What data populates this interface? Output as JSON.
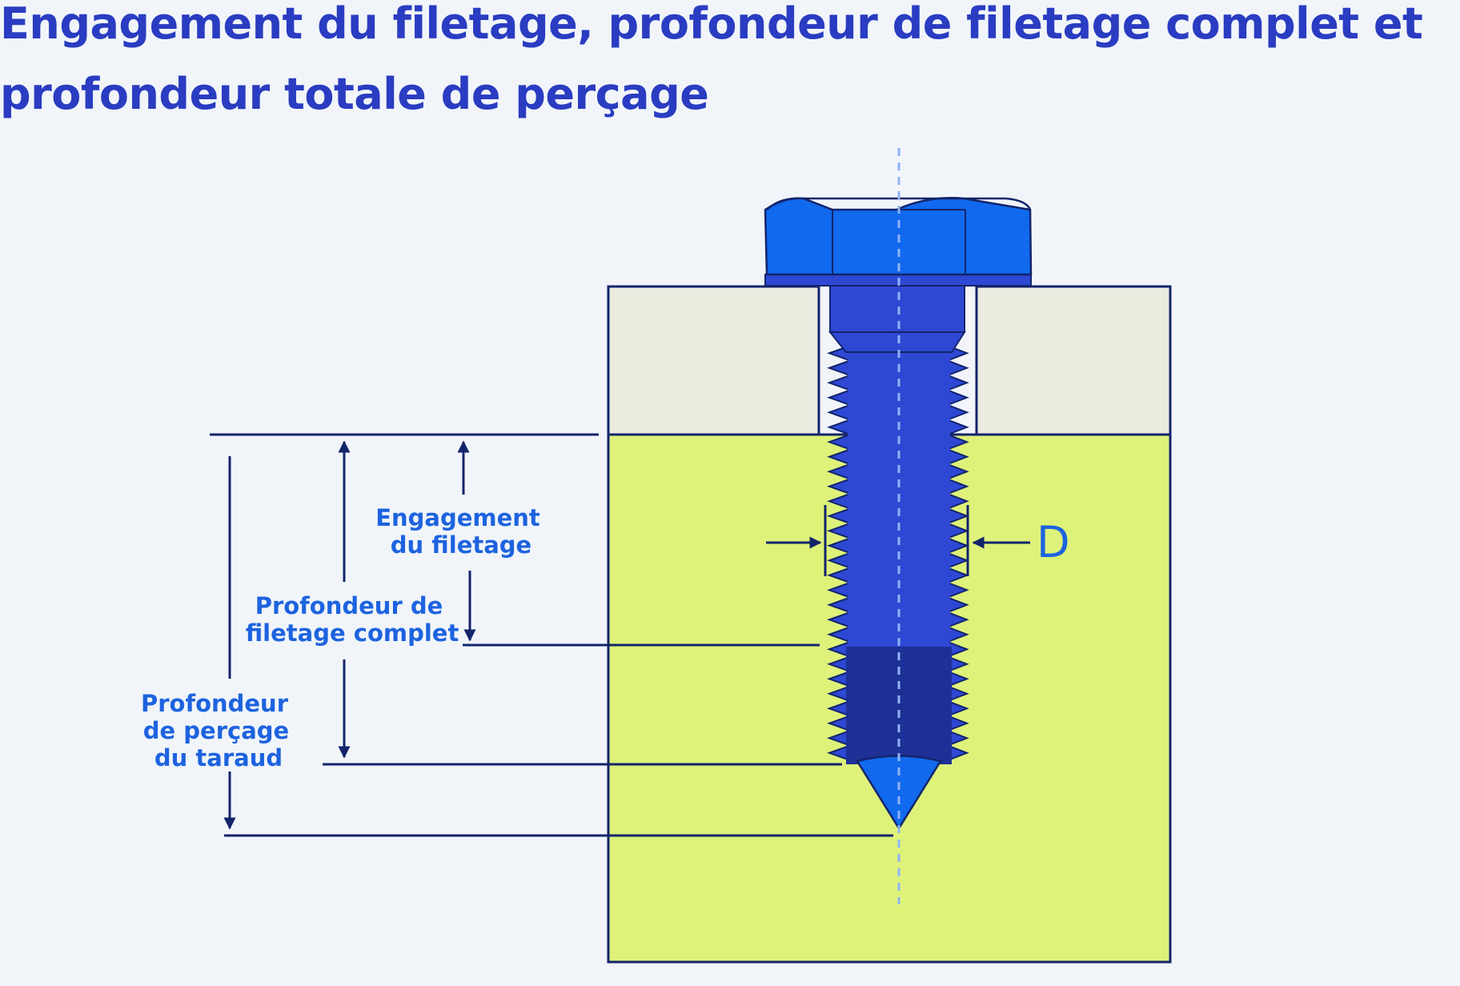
{
  "title": "Engagement du filetage, profondeur de filetage complet et profondeur totale de perçage",
  "labels": {
    "engagement_line1": "Engagement",
    "engagement_line2": "du filetage",
    "full_thread_line1": "Profondeur de",
    "full_thread_line2": "filetage complet",
    "drill_line1": "Profondeur",
    "drill_line2": "de perçage",
    "drill_line3": "du taraud",
    "diameter": "D"
  },
  "colors": {
    "background": "#f1f5fa",
    "title": "#2a3cc1",
    "label": "#1d63df",
    "outline": "#13246b",
    "base_block": "#def27a",
    "clamped_plate": "#ecebe0",
    "bolt_head": "#1169ee",
    "bolt_shank": "#2e48d4",
    "bolt_dark": "#1e3096",
    "drill_point": "#1169ee",
    "axis": "#8fb3f5"
  }
}
